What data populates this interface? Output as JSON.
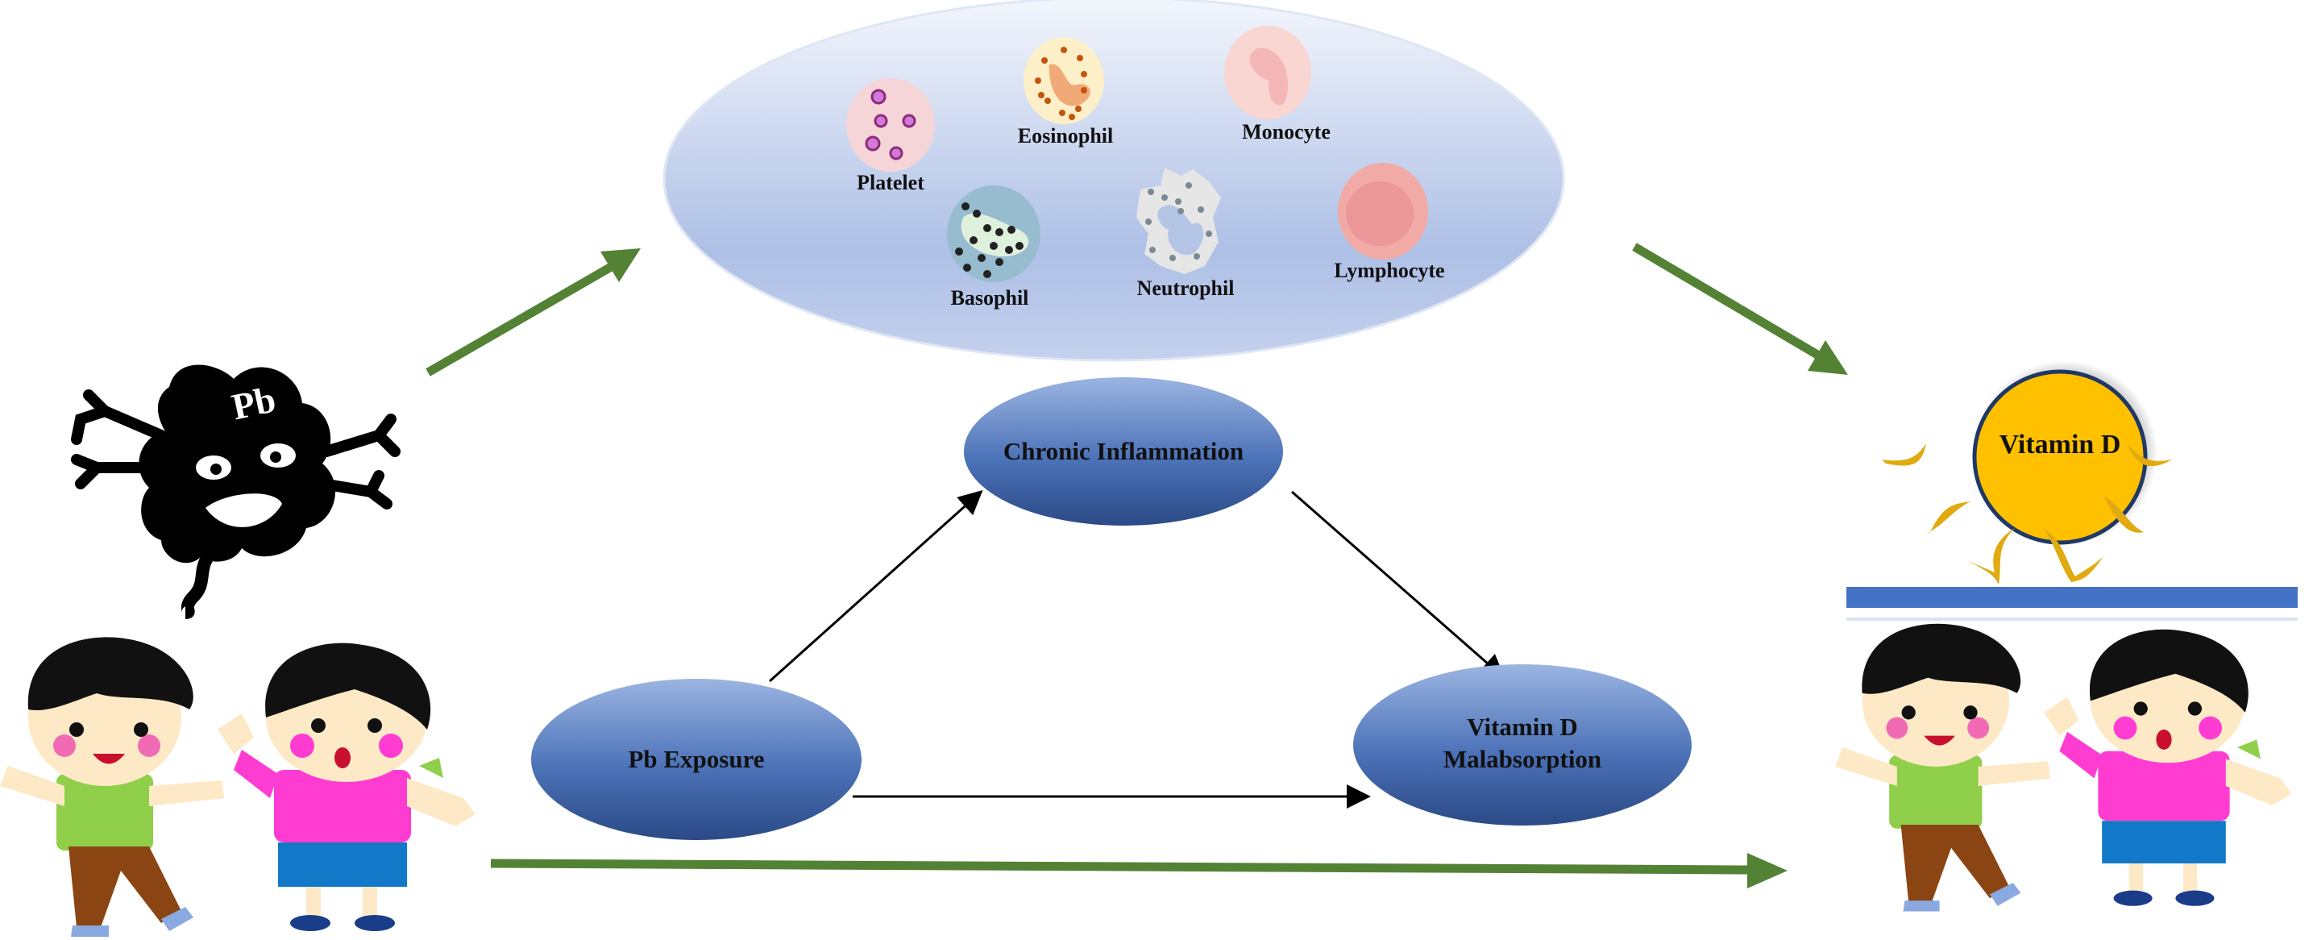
{
  "cells": {
    "platelet": "Platelet",
    "eosinophil": "Eosinophil",
    "monocyte": "Monocyte",
    "basophil": "Basophil",
    "neutrophil": "Neutrophil",
    "lymphocyte": "Lymphocyte"
  },
  "nodes": {
    "chronic_inflammation": "Chronic Inflammation",
    "pb_exposure": "Pb Exposure",
    "malabsorption_line1": "Vitamin D",
    "malabsorption_line2": "Malabsorption"
  },
  "pb_label": "Pb",
  "sun_label": "Vitamin D",
  "colors": {
    "green_arrow": "#548235",
    "node_fill_top": "#8faadc",
    "node_fill_bottom": "#2f5597",
    "sun": "#ffc000",
    "bar": "#4472c4"
  }
}
